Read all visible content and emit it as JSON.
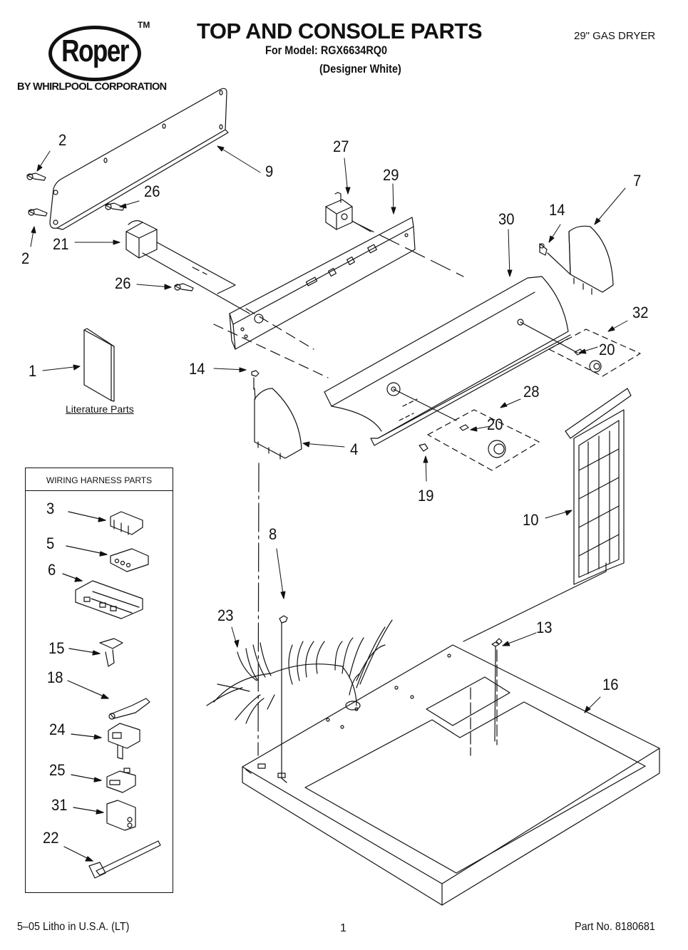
{
  "header": {
    "brand": "Roper",
    "trademark": "TM",
    "byline": "BY WHIRLPOOL CORPORATION",
    "title": "TOP AND CONSOLE PARTS",
    "model_line": "For Model: RGX6634RQ0",
    "variant": "(Designer White)",
    "product": "29\" GAS DRYER"
  },
  "literature": {
    "label": "Literature Parts"
  },
  "harness": {
    "heading": "WIRING HARNESS PARTS",
    "callouts": [
      "3",
      "5",
      "6",
      "15",
      "18",
      "24",
      "25",
      "31",
      "22"
    ]
  },
  "callouts": {
    "c2a": "2",
    "c2b": "2",
    "c9": "9",
    "c26a": "26",
    "c21": "21",
    "c26b": "26",
    "c27": "27",
    "c29": "29",
    "c30": "30",
    "c14a": "14",
    "c7": "7",
    "c32": "32",
    "c20a": "20",
    "c1": "1",
    "c14b": "14",
    "c28": "28",
    "c20b": "20",
    "c4": "4",
    "c19": "19",
    "c10": "10",
    "c8": "8",
    "c23": "23",
    "c13": "13",
    "c16": "16"
  },
  "footer": {
    "litho": "5–05 Litho in U.S.A. (LT)",
    "page": "1",
    "part_no": "Part No. 8180681"
  }
}
